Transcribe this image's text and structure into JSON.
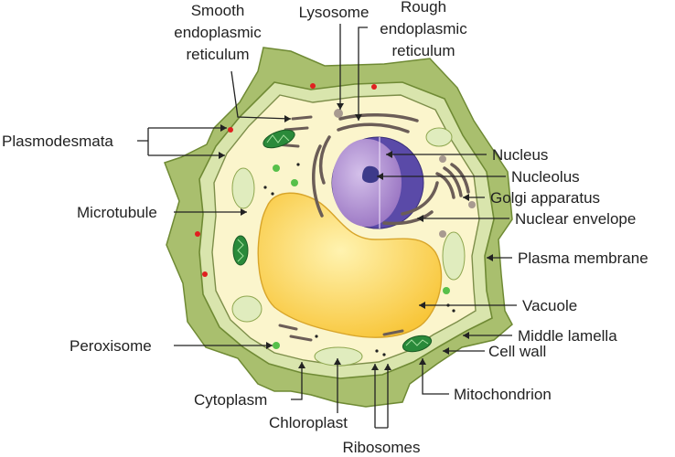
{
  "labels": {
    "smooth_er": [
      "Smooth",
      "endoplasmic",
      "reticulum"
    ],
    "lysosome": "Lysosome",
    "rough_er": [
      "Rough",
      "endoplasmic",
      "reticulum"
    ],
    "plasmodesmata": "Plasmodesmata",
    "nucleus": "Nucleus",
    "nucleolus": "Nucleolus",
    "golgi": "Golgi apparatus",
    "nuclear_envelope": "Nuclear envelope",
    "microtubule": "Microtubule",
    "plasma_membrane": "Plasma membrane",
    "vacuole": "Vacuole",
    "middle_lamella": "Middle lamella",
    "peroxisome": "Peroxisome",
    "cell_wall": "Cell wall",
    "mitochondrion": "Mitochondrion",
    "cytoplasm": "Cytoplasm",
    "chloroplast": "Chloroplast",
    "ribosomes": "Ribosomes"
  },
  "colors": {
    "wall_fill": "#c2d48e",
    "wall_dark": "#8fa750",
    "cytoplasm": "#fbf5cc",
    "vacuole": "#fcd459",
    "nucleus": "#a07fc6",
    "nuclear_envelope": "#5a4aa8",
    "nucleolus": "#3d3a8a",
    "mitochondrion": "#2a8a3a",
    "er": "#6b5d57",
    "chloroplast": "#e0ecbe",
    "plasmodesmata_dot": "#e02020",
    "peroxisome": "#57c04a"
  }
}
